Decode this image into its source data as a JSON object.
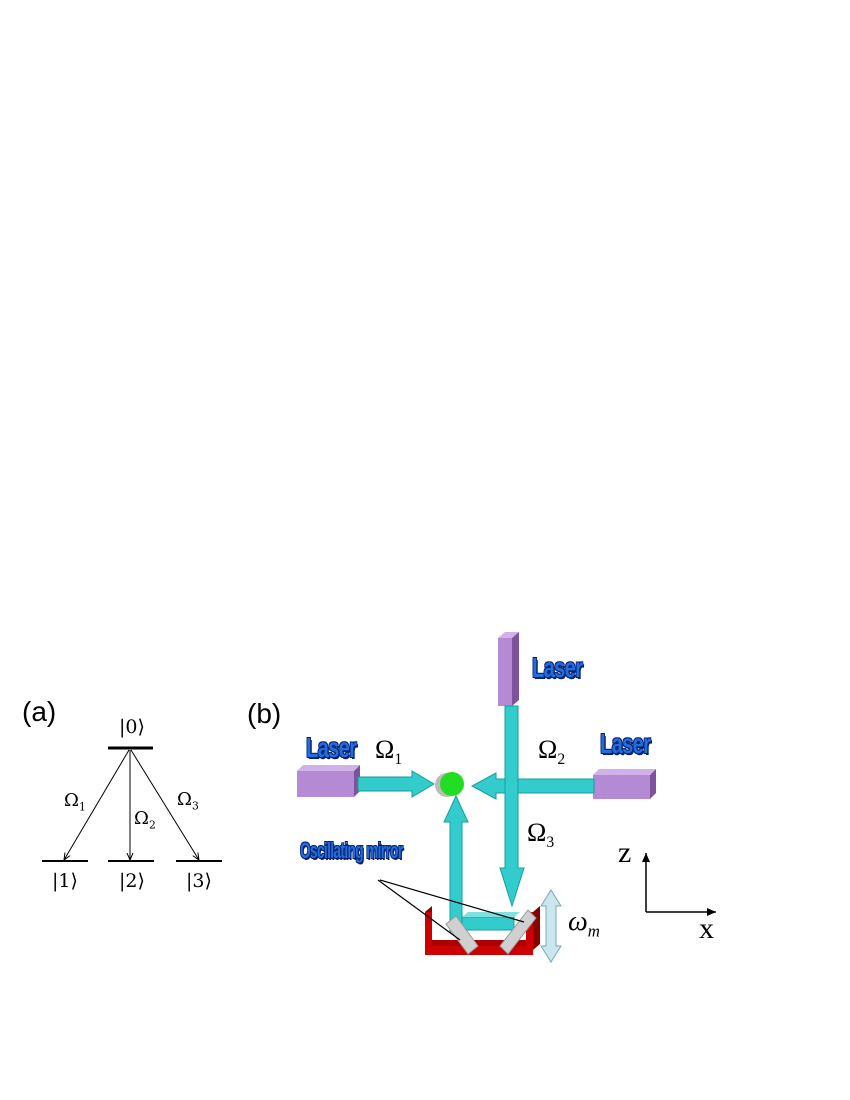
{
  "panel_a": {
    "label": "(a)",
    "levels": {
      "top": "|0⟩",
      "bottom": [
        "|1⟩",
        "|2⟩",
        "|3⟩"
      ]
    },
    "transitions": [
      {
        "base": "Ω",
        "sub": "1"
      },
      {
        "base": "Ω",
        "sub": "2"
      },
      {
        "base": "Ω",
        "sub": "3"
      }
    ]
  },
  "panel_b": {
    "label": "(b)",
    "laser_label": "Laser",
    "omega_1": {
      "base": "Ω",
      "sub": "1"
    },
    "omega_2": {
      "base": "Ω",
      "sub": "2"
    },
    "omega_3": {
      "base": "Ω",
      "sub": "3"
    },
    "mirror_label": "Oscillating mirror",
    "omega_m": {
      "base": "ω",
      "sub": "m"
    },
    "axis_z": "z",
    "axis_x": "x"
  },
  "colors": {
    "beam": "#33cccc",
    "beam_dark": "#1a9c9c",
    "laser_body": "#b48ad4",
    "laser_dark": "#7d549c",
    "atom": "#22dd22",
    "mirror_frame": "#cc0000",
    "mirror_dark": "#880000",
    "mirror_plate": "#d0d0d0",
    "arrow_fill": "#cce6ef",
    "label_blue": "#1f6fe0"
  }
}
